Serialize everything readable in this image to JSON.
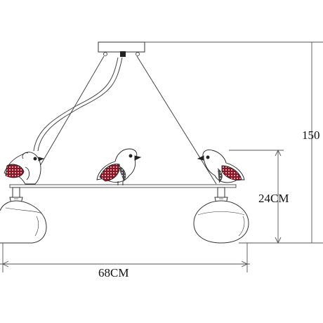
{
  "dimensions": {
    "total_height": "150",
    "body_height": "24CM",
    "width": "68CM"
  },
  "colors": {
    "line": "#333333",
    "dimension_line": "#555555",
    "bird_red": "#8a1526",
    "bird_dark": "#222222"
  }
}
